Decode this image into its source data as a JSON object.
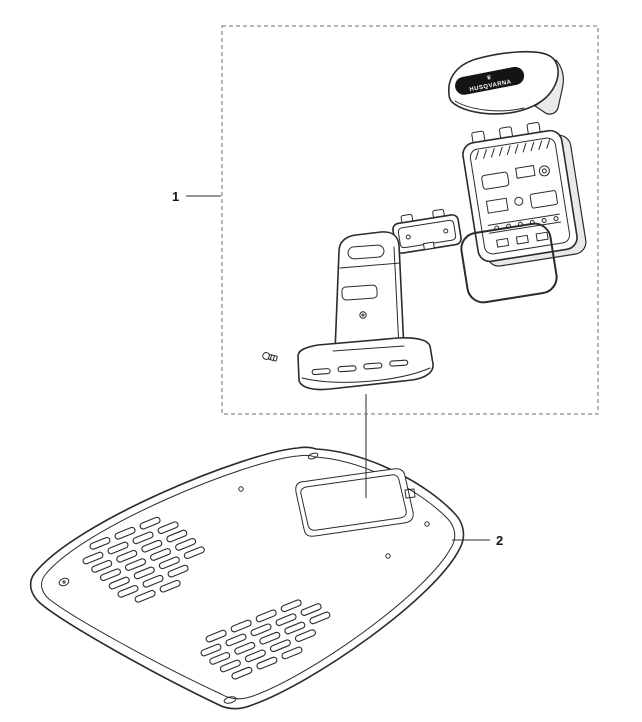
{
  "diagram": {
    "callouts": [
      {
        "label": "1"
      },
      {
        "label": "2"
      }
    ],
    "brand": {
      "text": "HUSQVARNA",
      "crown_icon": "♛"
    },
    "colors": {
      "line": "#2b2b2b",
      "logo_band": "#141414",
      "background": "#ffffff",
      "shade": "#e9e9e9"
    }
  }
}
